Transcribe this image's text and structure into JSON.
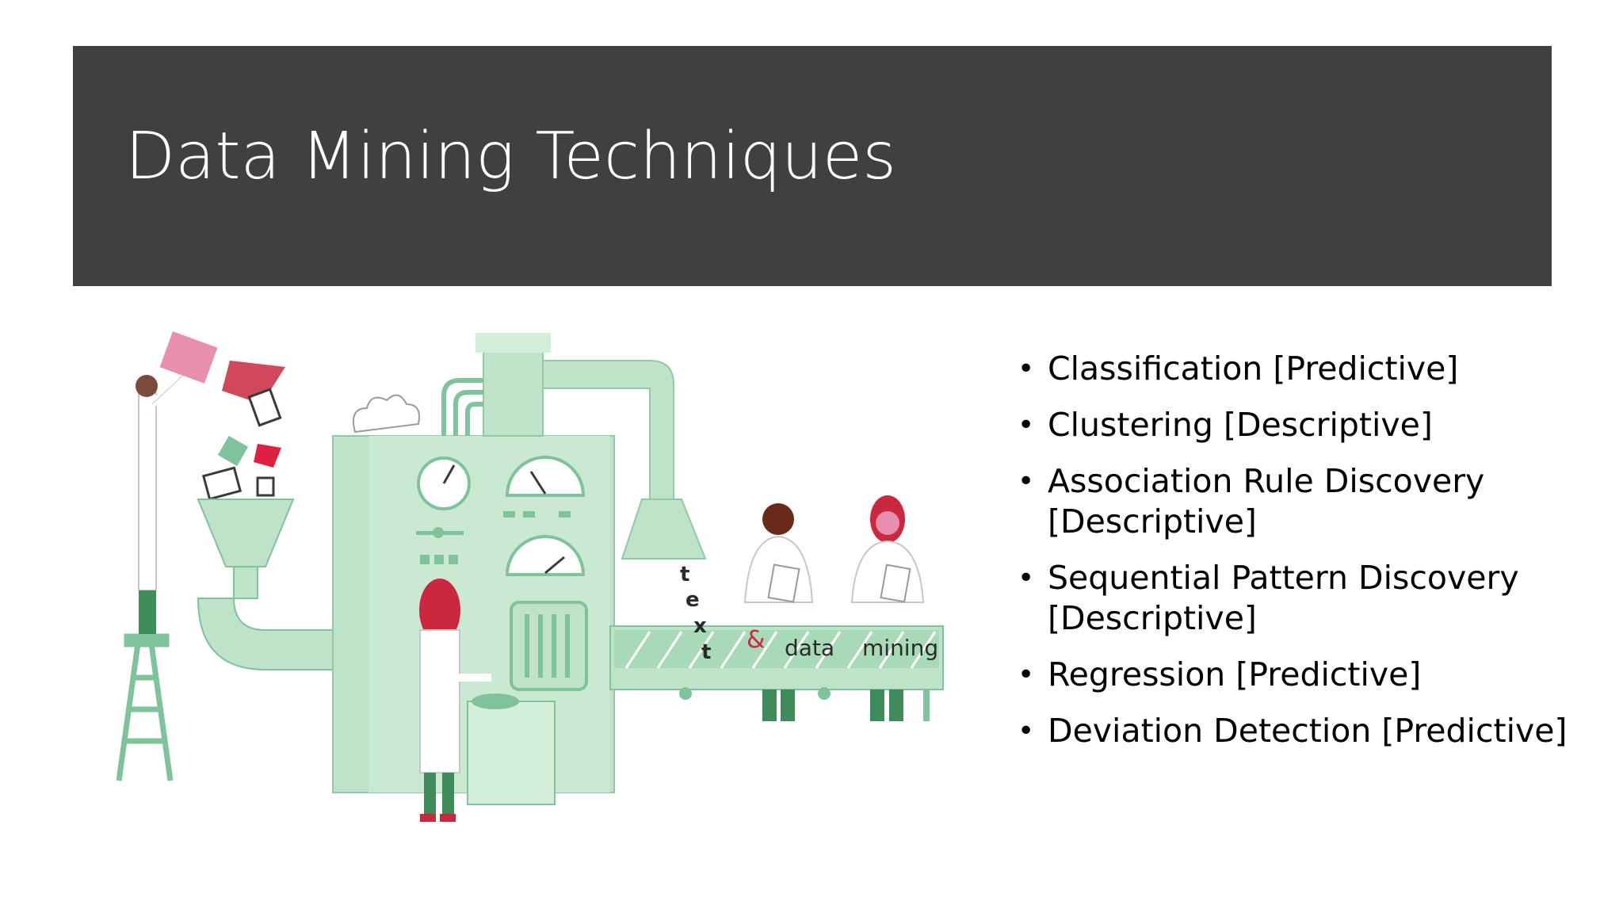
{
  "slide": {
    "title": "Data Mining Techniques",
    "bullets": [
      {
        "label": "Classification [Predictive]"
      },
      {
        "label": "Clustering [Descriptive]"
      },
      {
        "label": "Association Rule Discovery [Descriptive]"
      },
      {
        "label": "Sequential Pattern Discovery [Descriptive]"
      },
      {
        "label": "Regression [Predictive]"
      },
      {
        "label": "Deviation Detection [Predictive]"
      }
    ],
    "bullet_glyph": "•",
    "illustration": {
      "letters": [
        "t",
        "e",
        "x",
        "t"
      ],
      "ampersand": "&",
      "word_data": "data",
      "word_mining": "mining"
    },
    "colors": {
      "title_bar": "#404040",
      "machine_green": "#bfe3c8",
      "machine_dark_green": "#7fc39a",
      "accent_red": "#c9283e",
      "accent_pink": "#e88fb0"
    }
  }
}
